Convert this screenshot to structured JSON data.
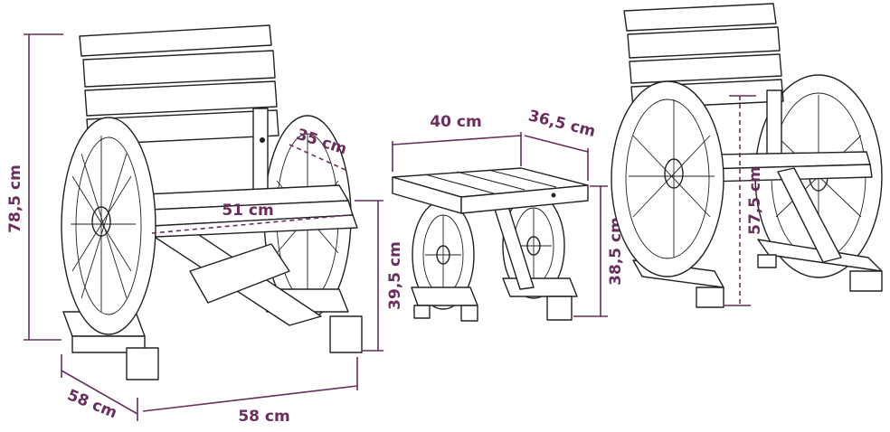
{
  "colors": {
    "dimension": "#6b2d5e",
    "outline": "#222222",
    "background": "#ffffff"
  },
  "chair": {
    "total_height": "78,5 cm",
    "depth": "58 cm",
    "width": "58 cm",
    "seat_width": "51 cm",
    "seat_depth": "35 cm",
    "seat_height": "39,5 cm"
  },
  "table": {
    "width": "40 cm",
    "depth": "36,5 cm",
    "height": "38,5 cm"
  },
  "chair_side": {
    "seat_height": "57,5 cm"
  }
}
